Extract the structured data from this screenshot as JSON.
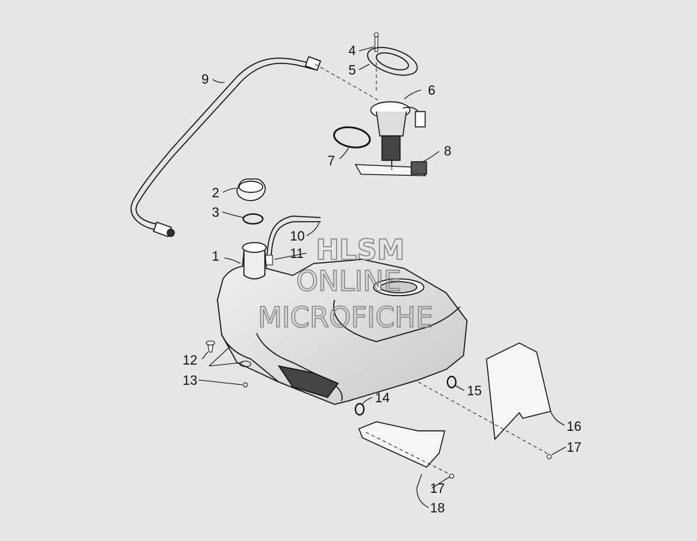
{
  "watermark": {
    "line1": "HLSM",
    "line2": "ONLINE",
    "line3": "MICROFICHE"
  },
  "callouts": [
    "1",
    "2",
    "3",
    "4",
    "5",
    "6",
    "7",
    "8",
    "9",
    "10",
    "11",
    "12",
    "13",
    "14",
    "15",
    "16",
    "17",
    "17",
    "18"
  ],
  "colors": {
    "background": "#e6e6e6",
    "ink": "#111111",
    "shade": "#9a9a9a",
    "watermark": "#8a8a8a"
  }
}
